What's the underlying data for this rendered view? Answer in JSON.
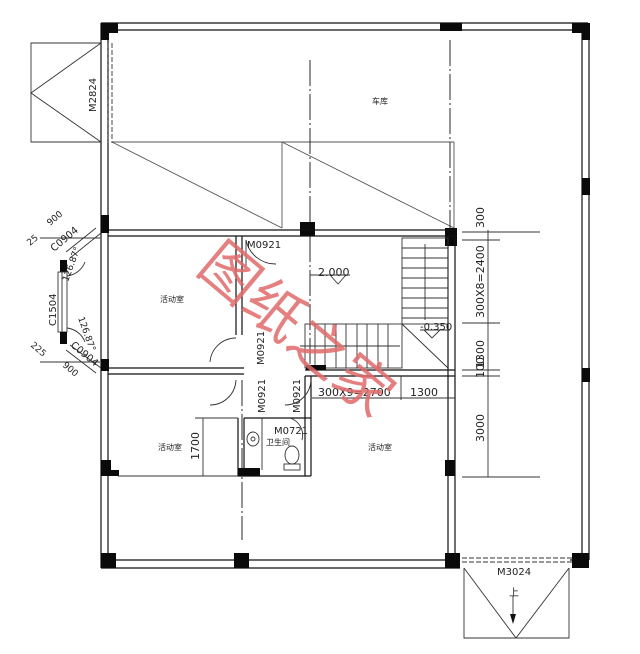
{
  "drawing": {
    "type": "architectural floor plan",
    "watermark": "图纸之家",
    "colors": {
      "lines": "#111111",
      "watermark": "#e06a6a",
      "background": "#ffffff"
    }
  },
  "rooms": {
    "garage": "车库",
    "activity_room_upper_left": "活动室",
    "activity_room_lower_left": "活动室",
    "activity_room_lower_right": "活动室",
    "bathroom": "卫生间"
  },
  "doors": {
    "garage_door": "M2824",
    "hall_door_top": "M0921",
    "hall_door_left": "M0921",
    "hall_door_lower_left": "M0921",
    "hall_door_lower_right": "M0921",
    "bathroom_door": "M0721",
    "entry_door": "M3024"
  },
  "windows": {
    "bay_top": "C0904",
    "bay_middle": "C1504",
    "bay_bottom": "C0904"
  },
  "angles": {
    "bay_top_angle": "126.87°",
    "bay_bottom_angle": "126.87°"
  },
  "elevations": {
    "landing": "2.000",
    "stair_base": "-0.350"
  },
  "dimensions": {
    "bay_top_width": "900",
    "bay_top_offset": "25",
    "bay_bottom_width": "900",
    "bay_bottom_offset": "225",
    "stair_run_horizontal": "300X9=2700",
    "stair_landing_horizontal": "1300",
    "right_top": "300",
    "right_stair": "300X8=2400",
    "right_landing": "1300",
    "right_small": "100",
    "right_bottom": "3000",
    "left_room": "1700"
  },
  "annotations": {
    "entry_direction": "上"
  }
}
